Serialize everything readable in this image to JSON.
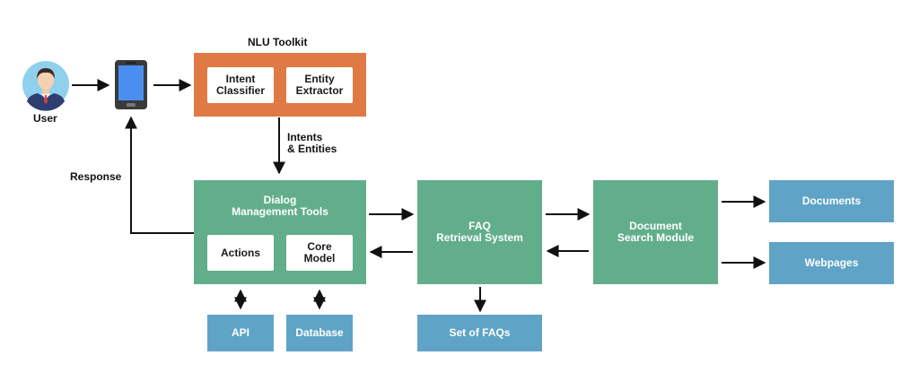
{
  "nodes": {
    "user_label": "User",
    "nlu_title": "NLU Toolkit",
    "intent_classifier": "Intent\nClassifier",
    "entity_extractor": "Entity\nExtractor",
    "intents_entities": "Intents\n& Entities",
    "response": "Response",
    "dialog_title": "Dialog\nManagement Tools",
    "actions": "Actions",
    "core_model": "Core\nModel",
    "api": "API",
    "database": "Database",
    "faq_system": "FAQ\nRetrieval System",
    "set_of_faqs": "Set of FAQs",
    "doc_search": "Document\nSearch Module",
    "documents": "Documents",
    "webpages": "Webpages"
  },
  "colors": {
    "orange": "#e07a45",
    "green": "#62ae8a",
    "blue": "#5fa4c6",
    "arrow": "#111111"
  },
  "icons": [
    "user-avatar-icon",
    "smartphone-icon"
  ]
}
